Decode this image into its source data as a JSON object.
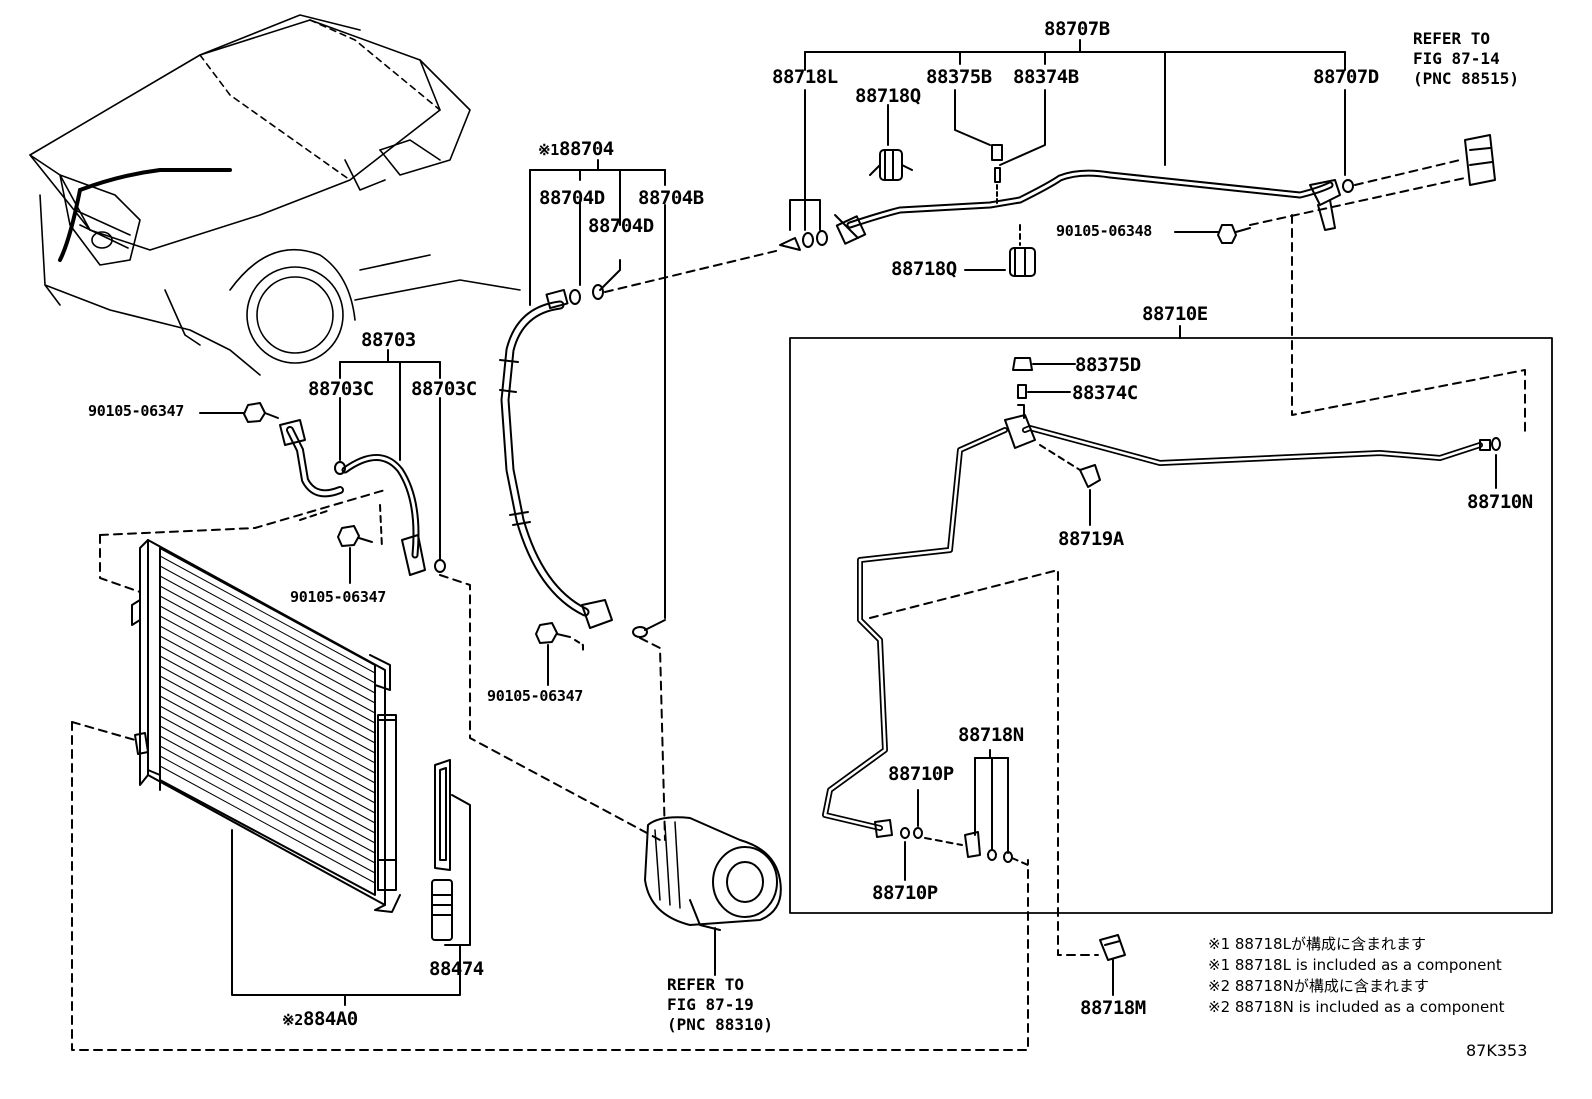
{
  "labels": {
    "p88707B": "88707B",
    "p88718L": "88718L",
    "p88375B": "88375B",
    "p88374B": "88374B",
    "p88707D": "88707D",
    "p88718Q_top": "88718Q",
    "p88718Q_mid": "88718Q",
    "p88704": "88704",
    "p88704D_a": "88704D",
    "p88704D_b": "88704D",
    "p88704B": "88704B",
    "p90105_06348": "90105-06348",
    "p88703": "88703",
    "p88703C_a": "88703C",
    "p88703C_b": "88703C",
    "p90105_06347_a": "90105-06347",
    "p90105_06347_b": "90105-06347",
    "p90105_06347_c": "90105-06347",
    "p88710E": "88710E",
    "p88375D": "88375D",
    "p88374C": "88374C",
    "p88719A": "88719A",
    "p88710N": "88710N",
    "p88718N": "88718N",
    "p88710P_a": "88710P",
    "p88710P_b": "88710P",
    "p88474": "88474",
    "p884A0": "884A0",
    "p88718M": "88718M",
    "fig_code": "87K353"
  },
  "marks": {
    "note1": "※1",
    "note2": "※2"
  },
  "references": {
    "fig_87_14": [
      "REFER TO",
      "FIG 87-14",
      "(PNC 88515)"
    ],
    "fig_87_19": [
      "REFER TO",
      "FIG 87-19",
      "(PNC 88310)"
    ]
  },
  "notes": [
    "※1 88718Lが構成に含まれます",
    "※1 88718L is included as a component",
    "※2 88718Nが構成に含まれます",
    "※2 88718N is included as a component"
  ]
}
